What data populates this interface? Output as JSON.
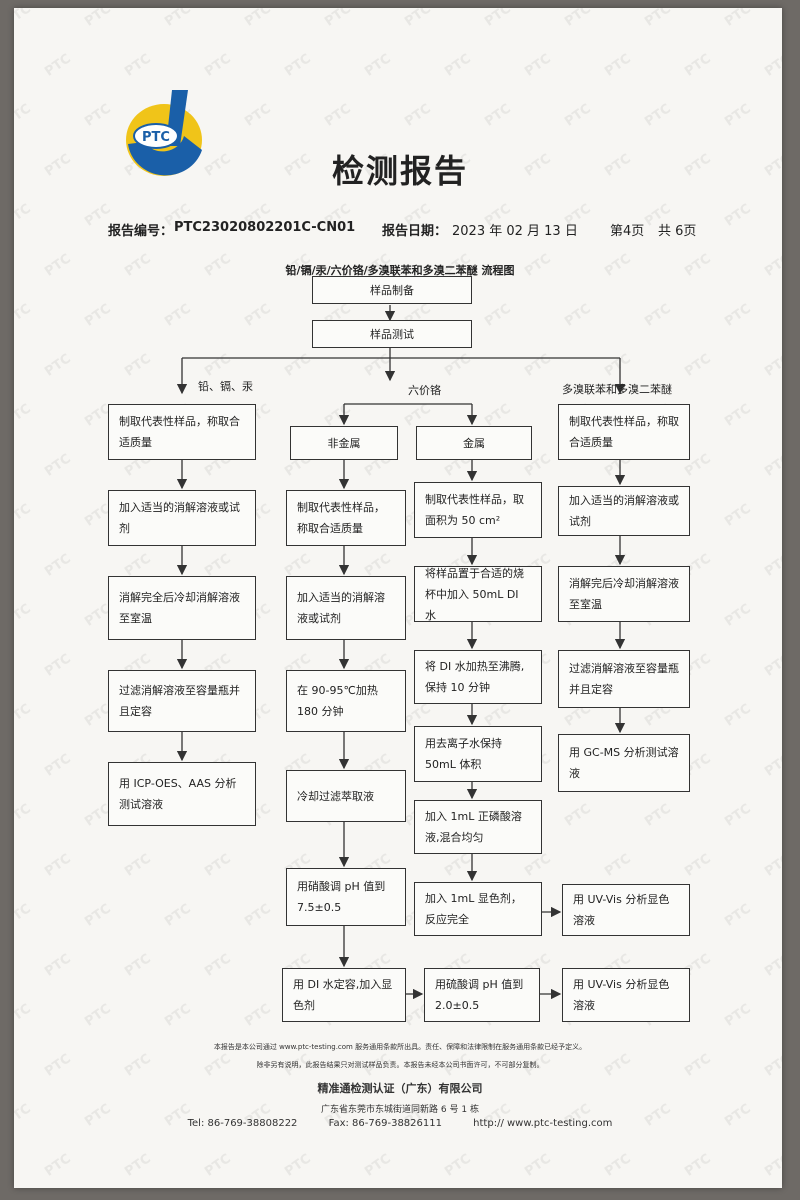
{
  "header": {
    "title": "检测报告",
    "report_no_label": "报告编号：",
    "report_no": "PTC23020802201C-CN01",
    "report_date_label": "报告日期：",
    "report_date": "2023 年 02 月 13 日",
    "page": "第4页",
    "total": "共 6页",
    "logo_text": "PTC"
  },
  "flowchart": {
    "title": "铅/镉/汞/六价铬/多溴联苯和多溴二苯醚 流程图",
    "prep": "样品制备",
    "test": "样品测试",
    "branch_heavy": "铅、镉、汞",
    "branch_cr6": "六价铬",
    "branch_pbb": "多溴联苯和多溴二苯醚",
    "heavy_steps": [
      "制取代表性样品，称取合适质量",
      "加入适当的消解溶液或试剂",
      "消解完全后冷却消解溶液至室温",
      "过滤消解溶液至容量瓶并且定容",
      "用 ICP-OES、AAS 分析测试溶液"
    ],
    "nonmetal_label": "非金属",
    "nonmetal_steps": [
      "制取代表性样品，称取合适质量",
      "加入适当的消解溶液或试剂",
      "在 90-95℃加热 180 分钟",
      "冷却过滤萃取液",
      "用硝酸调 pH 值到 7.5±0.5",
      "用 DI 水定容,加入显色剂",
      "用硫酸调 pH 值到 2.0±0.5",
      "用 UV-Vis 分析显色溶液"
    ],
    "metal_label": "金属",
    "metal_steps": [
      "制取代表性样品，取面积为 50 cm²",
      "将样品置于合适的烧杯中加入 50mL DI 水",
      "将 DI 水加热至沸腾,保持 10 分钟",
      "用去离子水保持 50mL 体积",
      "加入 1mL 正磷酸溶液,混合均匀",
      "加入 1mL 显色剂，反应完全",
      "用 UV-Vis 分析显色溶液"
    ],
    "pbb_steps": [
      "制取代表性样品，称取合适质量",
      "加入适当的消解溶液或试剂",
      "消解完后冷却消解溶液至室温",
      "过滤消解溶液至容量瓶并且定容",
      "用 GC-MS 分析测试溶液"
    ]
  },
  "footer": {
    "disclaimer1": "本报告是本公司通过 www.ptc-testing.com 服务通用条款所出具。责任、保障和法律限制在服务通用条款已经予定义。",
    "disclaimer2": "除非另有说明，此报告结果只对测试样品负责。本报告未经本公司书面许可，不可部分复制。",
    "company": "精准通检测认证（广东）有限公司",
    "address": "广东省东莞市东城街道同新路 6 号 1 栋",
    "tel": "Tel: 86-769-38808222",
    "fax": "Fax: 86-769-38826111",
    "web": "http:// www.ptc-testing.com"
  },
  "colors": {
    "logo_blue": "#1a5fa8",
    "logo_yellow": "#f0c419",
    "line": "#333333"
  }
}
